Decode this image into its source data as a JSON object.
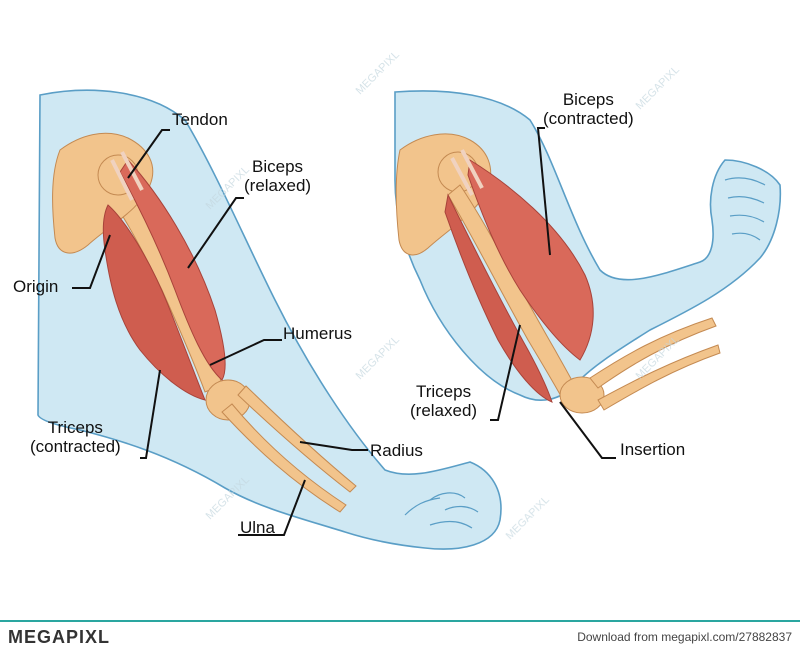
{
  "labels": {
    "tendon": "Tendon",
    "biceps_relaxed_1": "Biceps",
    "biceps_relaxed_2": "(relaxed)",
    "origin": "Origin",
    "humerus": "Humerus",
    "triceps_contracted_1": "Triceps",
    "triceps_contracted_2": "(contracted)",
    "radius": "Radius",
    "ulna": "Ulna",
    "biceps_contracted_1": "Biceps",
    "biceps_contracted_2": "(contracted)",
    "triceps_relaxed_1": "Triceps",
    "triceps_relaxed_2": "(relaxed)",
    "insertion": "Insertion"
  },
  "footer": {
    "logo": "MEGAPIXL",
    "download_text": "Download from megapixl.com/27882837"
  },
  "watermark": "MEGAPIXL",
  "colors": {
    "skin_fill": "#cfe8f3",
    "skin_outline": "#5a9ec6",
    "bone": "#f2c48c",
    "bone_shade": "#d9a066",
    "muscle": "#d9695a",
    "muscle_dark": "#b9473d",
    "tendon": "#f0d2c0",
    "leader": "#111111",
    "footer_accent": "#2aa6a0"
  }
}
